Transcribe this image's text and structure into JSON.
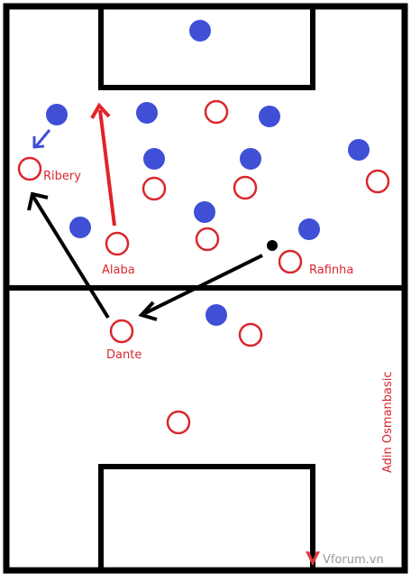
{
  "colors": {
    "line": "#000000",
    "team_blue": "#3f4fd6",
    "team_red": "#d9272e",
    "arrow_red": "#e0232a",
    "arrow_black": "#000000",
    "arrow_blue": "#3f4fd6",
    "background": "#ffffff"
  },
  "labels": {
    "ribery": "Ribery",
    "alaba": "Alaba",
    "rafinha": "Rafinha",
    "dante": "Dante"
  },
  "credit": "Adin Osmanbasic",
  "watermark": {
    "text": "Vforum.vn",
    "logo": "v-logo-icon"
  }
}
